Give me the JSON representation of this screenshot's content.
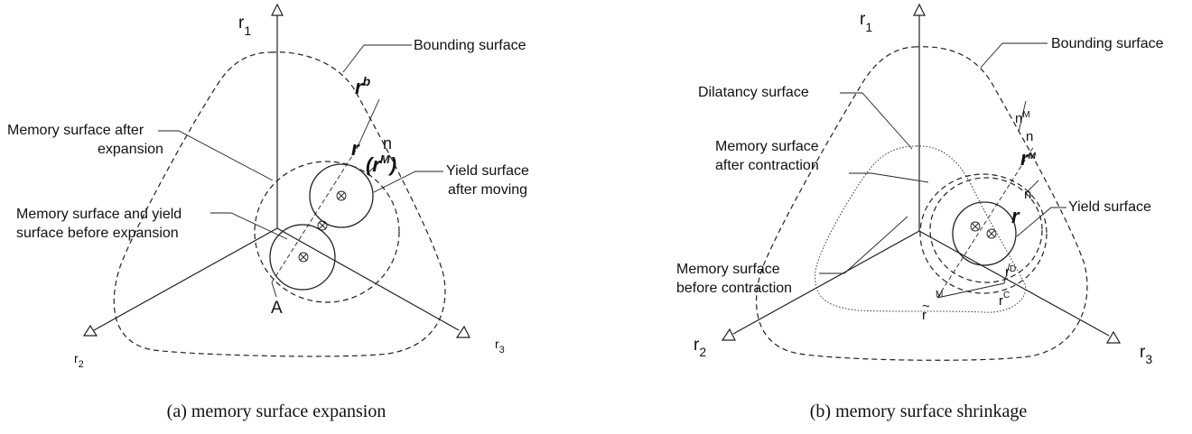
{
  "panel_a": {
    "caption": "(a) memory surface expansion",
    "axes": {
      "r1": "r",
      "r1_sub": "1",
      "r2": "r",
      "r2_sub": "2",
      "r3": "r",
      "r3_sub": "3"
    },
    "labels": {
      "bounding_surface": "Bounding surface",
      "memory_after_1": "Memory surface after",
      "memory_after_2": "expansion",
      "memory_before_1": "Memory surface and yield",
      "memory_before_2": "surface before expansion",
      "yield_after_1": "Yield surface",
      "yield_after_2": "after moving",
      "point_a": "A"
    },
    "vectors": {
      "rb": "r",
      "rb_sup": "b",
      "r": "r",
      "n": "n",
      "rm_open": "(r",
      "rm_sup": "M",
      "rm_close": ")"
    }
  },
  "panel_b": {
    "caption": "(b) memory surface shrinkage",
    "axes": {
      "r1": "r",
      "r1_sub": "1",
      "r2": "r",
      "r2_sub": "2",
      "r3": "r",
      "r3_sub": "3"
    },
    "labels": {
      "bounding_surface": "Bounding surface",
      "dilatancy_surface": "Dilatancy surface",
      "memory_after_1": "Memory surface",
      "memory_after_2": "after contraction",
      "memory_before_1": "Memory surface",
      "memory_before_2": "before contraction",
      "yield_surface": "Yield surface"
    },
    "vectors": {
      "nM": "n",
      "nM_sup": "M",
      "n_upper": "n",
      "rM": "r",
      "rM_sup": "M",
      "n_lower": "n",
      "r": "r",
      "rD": "r",
      "rD_sup": "D",
      "rC": "r",
      "rC_sup": "C",
      "rtilde": "r",
      "rtilde_sup": "M",
      "tilde": "~"
    }
  }
}
